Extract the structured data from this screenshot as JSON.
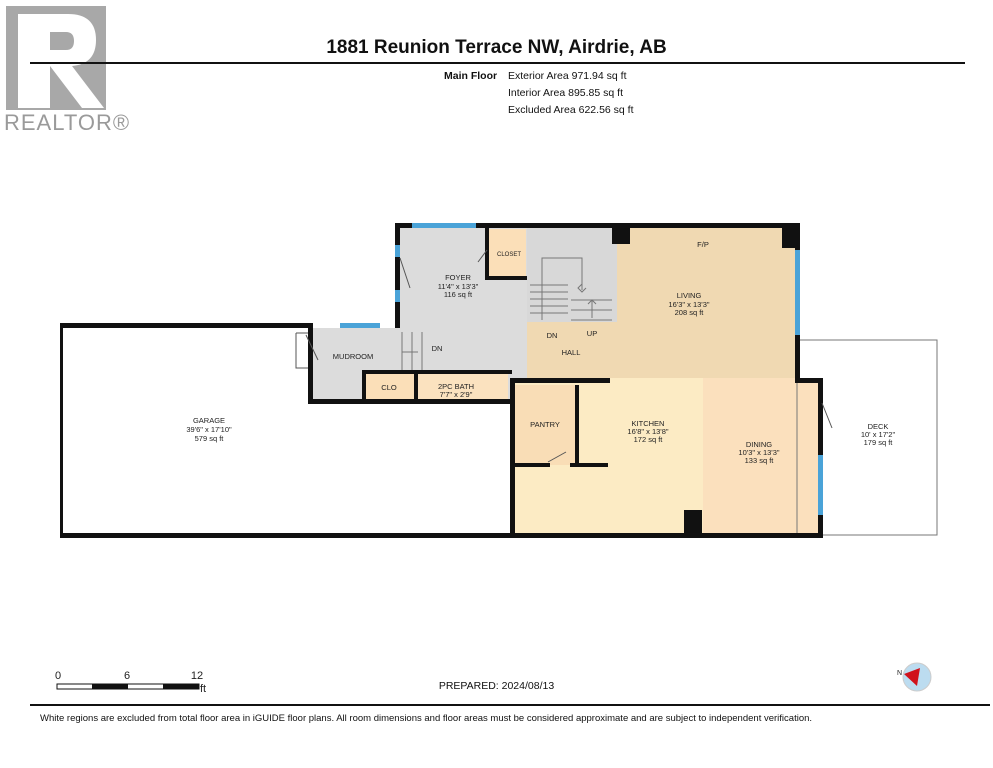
{
  "logo": {
    "word": "REALTOR®",
    "letter": "R"
  },
  "title": "1881 Reunion Terrace NW, Airdrie, AB",
  "floor": {
    "name": "Main Floor",
    "areas": [
      "Exterior Area 971.94 sq ft",
      "Interior Area 895.85 sq ft",
      "Excluded Area 622.56 sq ft"
    ]
  },
  "rooms": {
    "garage": {
      "name": "GARAGE",
      "dims": "39'6\" x 17'10\"",
      "area": "579 sq ft"
    },
    "foyer": {
      "name": "FOYER",
      "dims": "11'4\" x 13'3\"",
      "area": "116 sq ft"
    },
    "closet": {
      "name": "CLOSET"
    },
    "living": {
      "name": "LIVING",
      "dims": "16'3\" x 13'3\"",
      "area": "208 sq ft"
    },
    "fp": "F/P",
    "mudroom": {
      "name": "MUDROOM"
    },
    "clo": {
      "name": "CLO"
    },
    "bath": {
      "name": "2PC BATH",
      "dims": "7'7\" x 2'9\""
    },
    "hall": {
      "name": "HALL"
    },
    "pantry": {
      "name": "PANTRY"
    },
    "kitchen": {
      "name": "KITCHEN",
      "dims": "16'8\" x 13'8\"",
      "area": "172 sq ft"
    },
    "dining": {
      "name": "DINING",
      "dims": "10'3\" x 13'3\"",
      "area": "133 sq ft"
    },
    "deck": {
      "name": "DECK",
      "dims": "10' x 17'2\"",
      "area": "179 sq ft"
    },
    "stairs": {
      "dn1": "DN",
      "dn2": "DN",
      "up": "UP"
    }
  },
  "scale": {
    "ticks": [
      "0",
      "6",
      "12"
    ],
    "unit": "ft"
  },
  "compass": {
    "label": "N"
  },
  "prepared": "PREPARED: 2024/08/13",
  "disclaimer": "White regions are excluded from total floor area in iGUIDE floor plans. All room dimensions and floor areas must be considered approximate and are subject to independent verification.",
  "colors": {
    "wall": "#111111",
    "gray_room": "#dcdcdc",
    "living": "#f0d9b2",
    "kitchen": "#fcebc4",
    "dining": "#fbe0bd",
    "window": "#4aa3d8"
  }
}
